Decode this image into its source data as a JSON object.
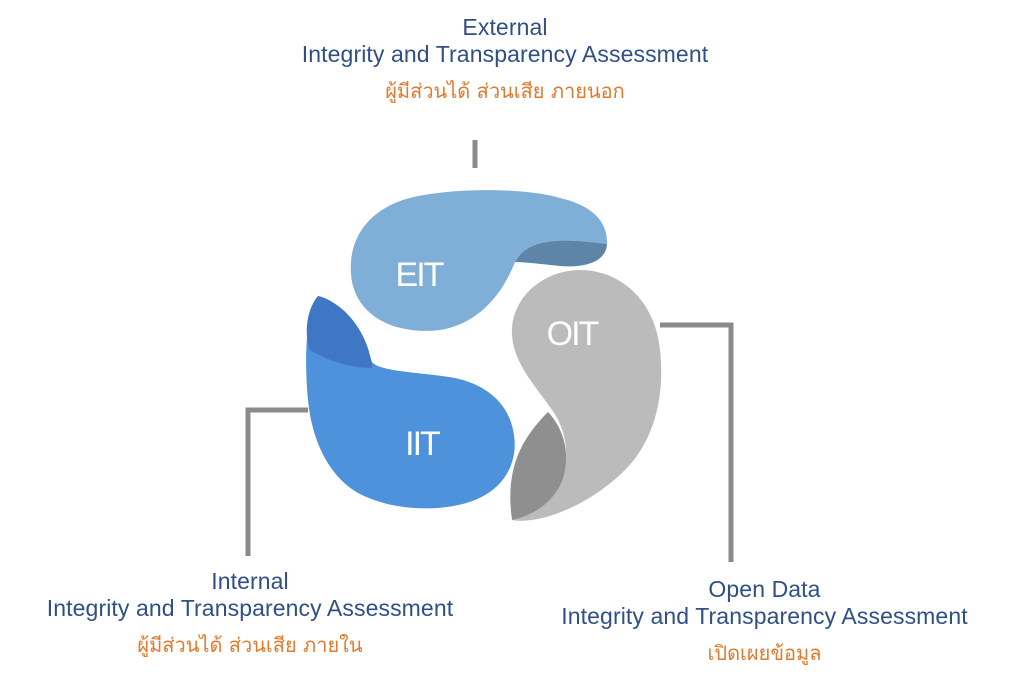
{
  "colors": {
    "eit_main": "#7faed6",
    "eit_dark": "#5e85a8",
    "iit_main": "#4e92dc",
    "iit_dark": "#3f77c4",
    "oit_main": "#bbbbbb",
    "oit_dark": "#8f8f8f",
    "connector": "#8a8a8a",
    "title_text": "#2f4f86",
    "thai_text": "#e07a2e"
  },
  "segments": {
    "eit": {
      "code": "EIT",
      "icon": "eit-blob"
    },
    "iit": {
      "code": "IIT",
      "icon": "iit-blob"
    },
    "oit": {
      "code": "OIT",
      "icon": "oit-blob"
    }
  },
  "labels": {
    "eit": {
      "line1": "External",
      "line2": "Integrity and Transparency Assessment",
      "thai": "ผู้มีส่วนได้ ส่วนเสีย ภายนอก"
    },
    "iit": {
      "line1": "Internal",
      "line2": "Integrity and Transparency Assessment",
      "thai": "ผู้มีส่วนได้ ส่วนเสีย ภายใน"
    },
    "oit": {
      "line1": "Open Data",
      "line2": "Integrity and Transparency Assessment",
      "thai": "เปิดเผยข้อมูล"
    }
  }
}
